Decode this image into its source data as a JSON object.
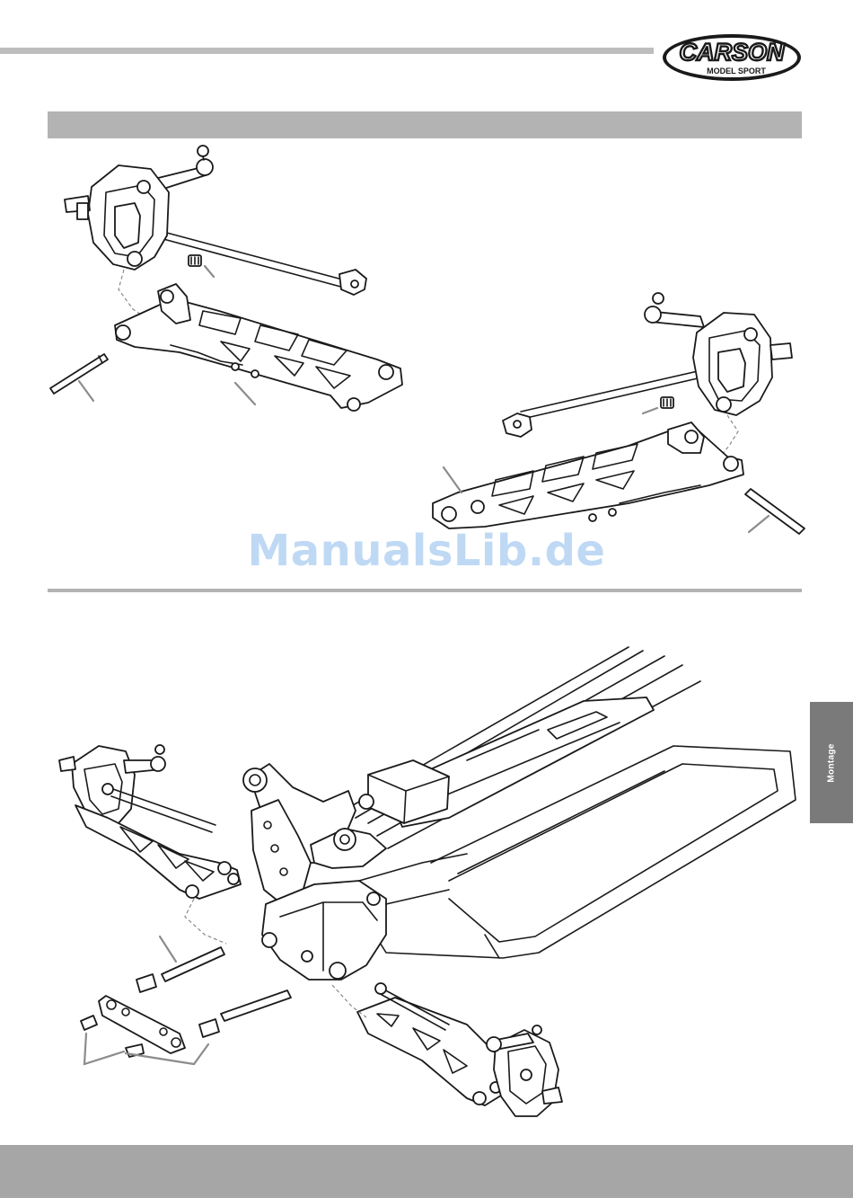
{
  "brand": {
    "name": "CARSON",
    "tagline": "MODEL SPORT"
  },
  "side_tab": {
    "label": "Montage"
  },
  "watermark": {
    "text": "ManualsLib.de"
  },
  "colors": {
    "bars": "#b3b3b3",
    "side_tab": "#7a7a7a",
    "footer": "#a6a6a6",
    "watermark": "#3a8be0",
    "line_art": "#1a1a1a"
  },
  "illustrations": [
    {
      "name": "left-front-hub-and-lower-arm-exploded"
    },
    {
      "name": "right-front-hub-and-lower-arm-exploded"
    },
    {
      "name": "chassis-front-suspension-assembly"
    }
  ]
}
